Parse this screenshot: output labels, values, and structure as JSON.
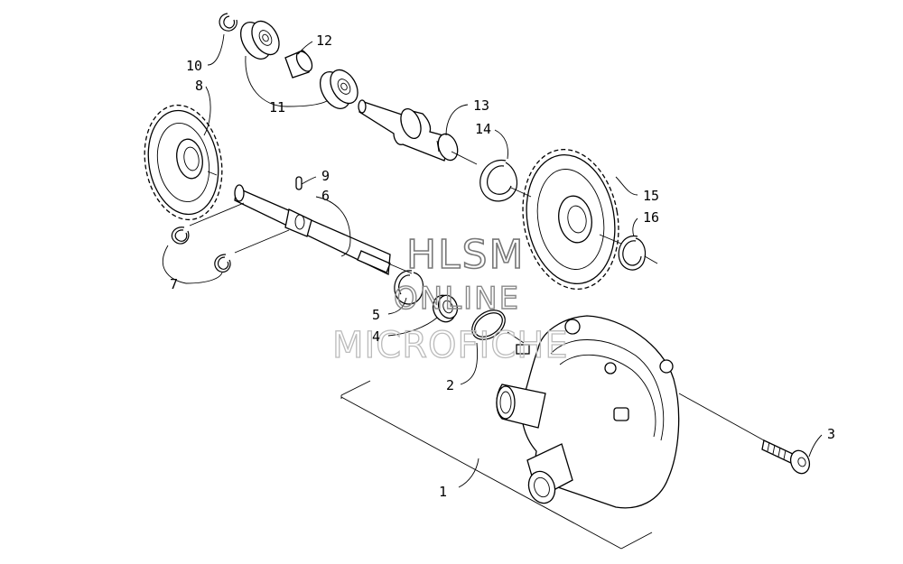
{
  "diagram": {
    "callouts": [
      {
        "id": "c1",
        "text": "1"
      },
      {
        "id": "c2",
        "text": "2"
      },
      {
        "id": "c3",
        "text": "3"
      },
      {
        "id": "c4",
        "text": "4"
      },
      {
        "id": "c5",
        "text": "5"
      },
      {
        "id": "c6",
        "text": "6"
      },
      {
        "id": "c7",
        "text": "7"
      },
      {
        "id": "c8",
        "text": "8"
      },
      {
        "id": "c9",
        "text": "9"
      },
      {
        "id": "c10",
        "text": "10"
      },
      {
        "id": "c11",
        "text": "11"
      },
      {
        "id": "c12",
        "text": "12"
      },
      {
        "id": "c13",
        "text": "13"
      },
      {
        "id": "c14",
        "text": "14"
      },
      {
        "id": "c15",
        "text": "15"
      },
      {
        "id": "c16",
        "text": "16"
      }
    ]
  },
  "watermark": {
    "line1": "HLSM",
    "line2": "ONLINE",
    "line3": "MICROFICHE"
  }
}
